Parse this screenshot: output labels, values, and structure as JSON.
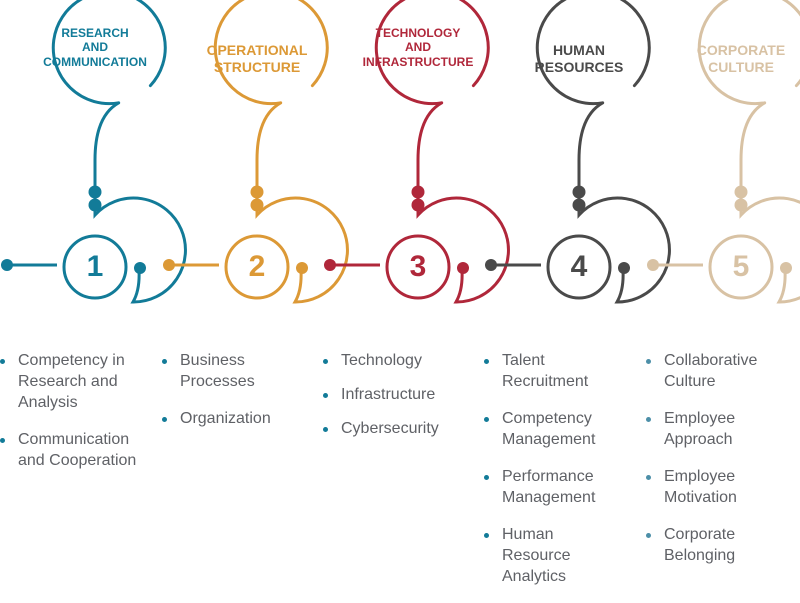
{
  "columns": [
    {
      "number": "1",
      "title": [
        "RESEARCH",
        "AND",
        "COMMUNICATION"
      ],
      "color": "#127b98",
      "items": [
        [
          "Competency in",
          "Research and",
          "Analysis"
        ],
        [
          "Communication",
          "and Cooperation"
        ]
      ]
    },
    {
      "number": "2",
      "title": [
        "OPERATIONAL",
        "STRUCTURE"
      ],
      "color": "#dc9936",
      "items": [
        [
          "Business",
          "Processes"
        ],
        [
          "Organization"
        ]
      ]
    },
    {
      "number": "3",
      "title": [
        "TECHNOLOGY",
        "AND",
        "INFRASTRUCTURE"
      ],
      "color": "#b0273a",
      "items": [
        [
          "Technology"
        ],
        [
          "Infrastructure"
        ],
        [
          "Cybersecurity"
        ]
      ]
    },
    {
      "number": "4",
      "title": [
        "HUMAN",
        "RESOURCES"
      ],
      "color": "#4a4a4a",
      "items": [
        [
          "Talent",
          "Recruitment"
        ],
        [
          "Competency",
          "Management"
        ],
        [
          "Performance",
          "Management"
        ],
        [
          "Human",
          "Resource",
          "Analytics"
        ]
      ]
    },
    {
      "number": "5",
      "title": [
        "CORPORATE",
        "CULTURE"
      ],
      "color": "#d8c2a4",
      "items": [
        [
          "Collaborative",
          "Culture"
        ],
        [
          "Employee",
          "Approach"
        ],
        [
          "Employee",
          "Motivation"
        ],
        [
          "Corporate",
          "Belonging"
        ]
      ]
    }
  ]
}
